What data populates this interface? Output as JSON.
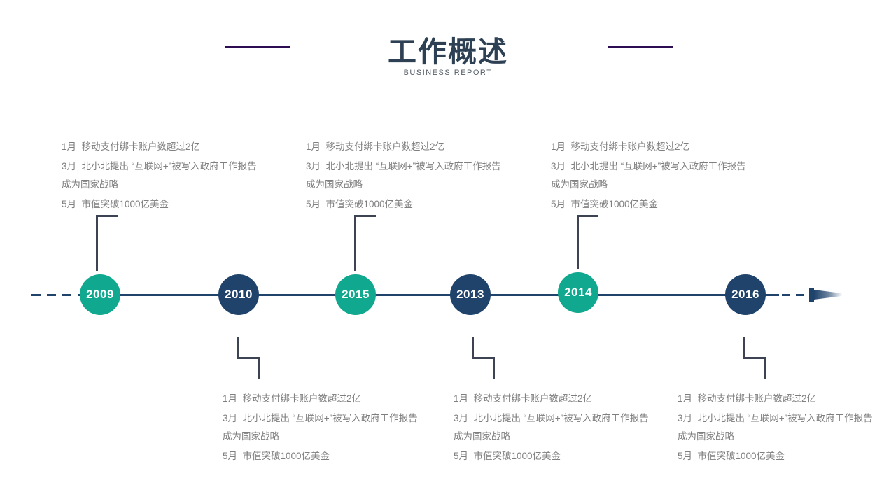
{
  "header": {
    "title": "工作概述",
    "subtitle": "BUSINESS REPORT"
  },
  "colors": {
    "teal_node": "#10A98F",
    "navy_node": "#1F436B",
    "timeline_line": "#1F436B",
    "connector_line": "#3E4353",
    "header_accent_line": "#2D0C54",
    "title_text": "#2E4154",
    "body_text": "#7F7F7F"
  },
  "timeline": {
    "events": [
      {
        "year": "2009",
        "node_color": "#10A98F",
        "detail_position": "above",
        "lines": [
          "1月  移动支付绑卡账户数超过2亿",
          "3月  北小北提出 “互联网+”被写入政府工作报告",
          "成为国家战略",
          "5月  市值突破1000亿美金"
        ]
      },
      {
        "year": "2010",
        "node_color": "#1F436B",
        "detail_position": "below",
        "lines": [
          "1月  移动支付绑卡账户数超过2亿",
          "3月  北小北提出 “互联网+”被写入政府工作报告",
          "成为国家战略",
          "5月  市值突破1000亿美金"
        ]
      },
      {
        "year": "2015",
        "node_color": "#10A98F",
        "detail_position": "above",
        "lines": [
          "1月  移动支付绑卡账户数超过2亿",
          "3月  北小北提出 “互联网+”被写入政府工作报告",
          "成为国家战略",
          "5月  市值突破1000亿美金"
        ]
      },
      {
        "year": "2013",
        "node_color": "#1F436B",
        "detail_position": "below",
        "lines": [
          "1月  移动支付绑卡账户数超过2亿",
          "3月  北小北提出 “互联网+”被写入政府工作报告",
          "成为国家战略",
          "5月  市值突破1000亿美金"
        ]
      },
      {
        "year": "2014",
        "node_color": "#10A98F",
        "detail_position": "above",
        "lines": [
          "1月  移动支付绑卡账户数超过2亿",
          "3月  北小北提出 “互联网+”被写入政府工作报告",
          "成为国家战略",
          "5月  市值突破1000亿美金"
        ]
      },
      {
        "year": "2016",
        "node_color": "#1F436B",
        "detail_position": "below",
        "lines": [
          "1月  移动支付绑卡账户数超过2亿",
          "3月  北小北提出 “互联网+”被写入政府工作报告",
          "成为国家战略",
          "5月  市值突破1000亿美金"
        ]
      }
    ]
  }
}
